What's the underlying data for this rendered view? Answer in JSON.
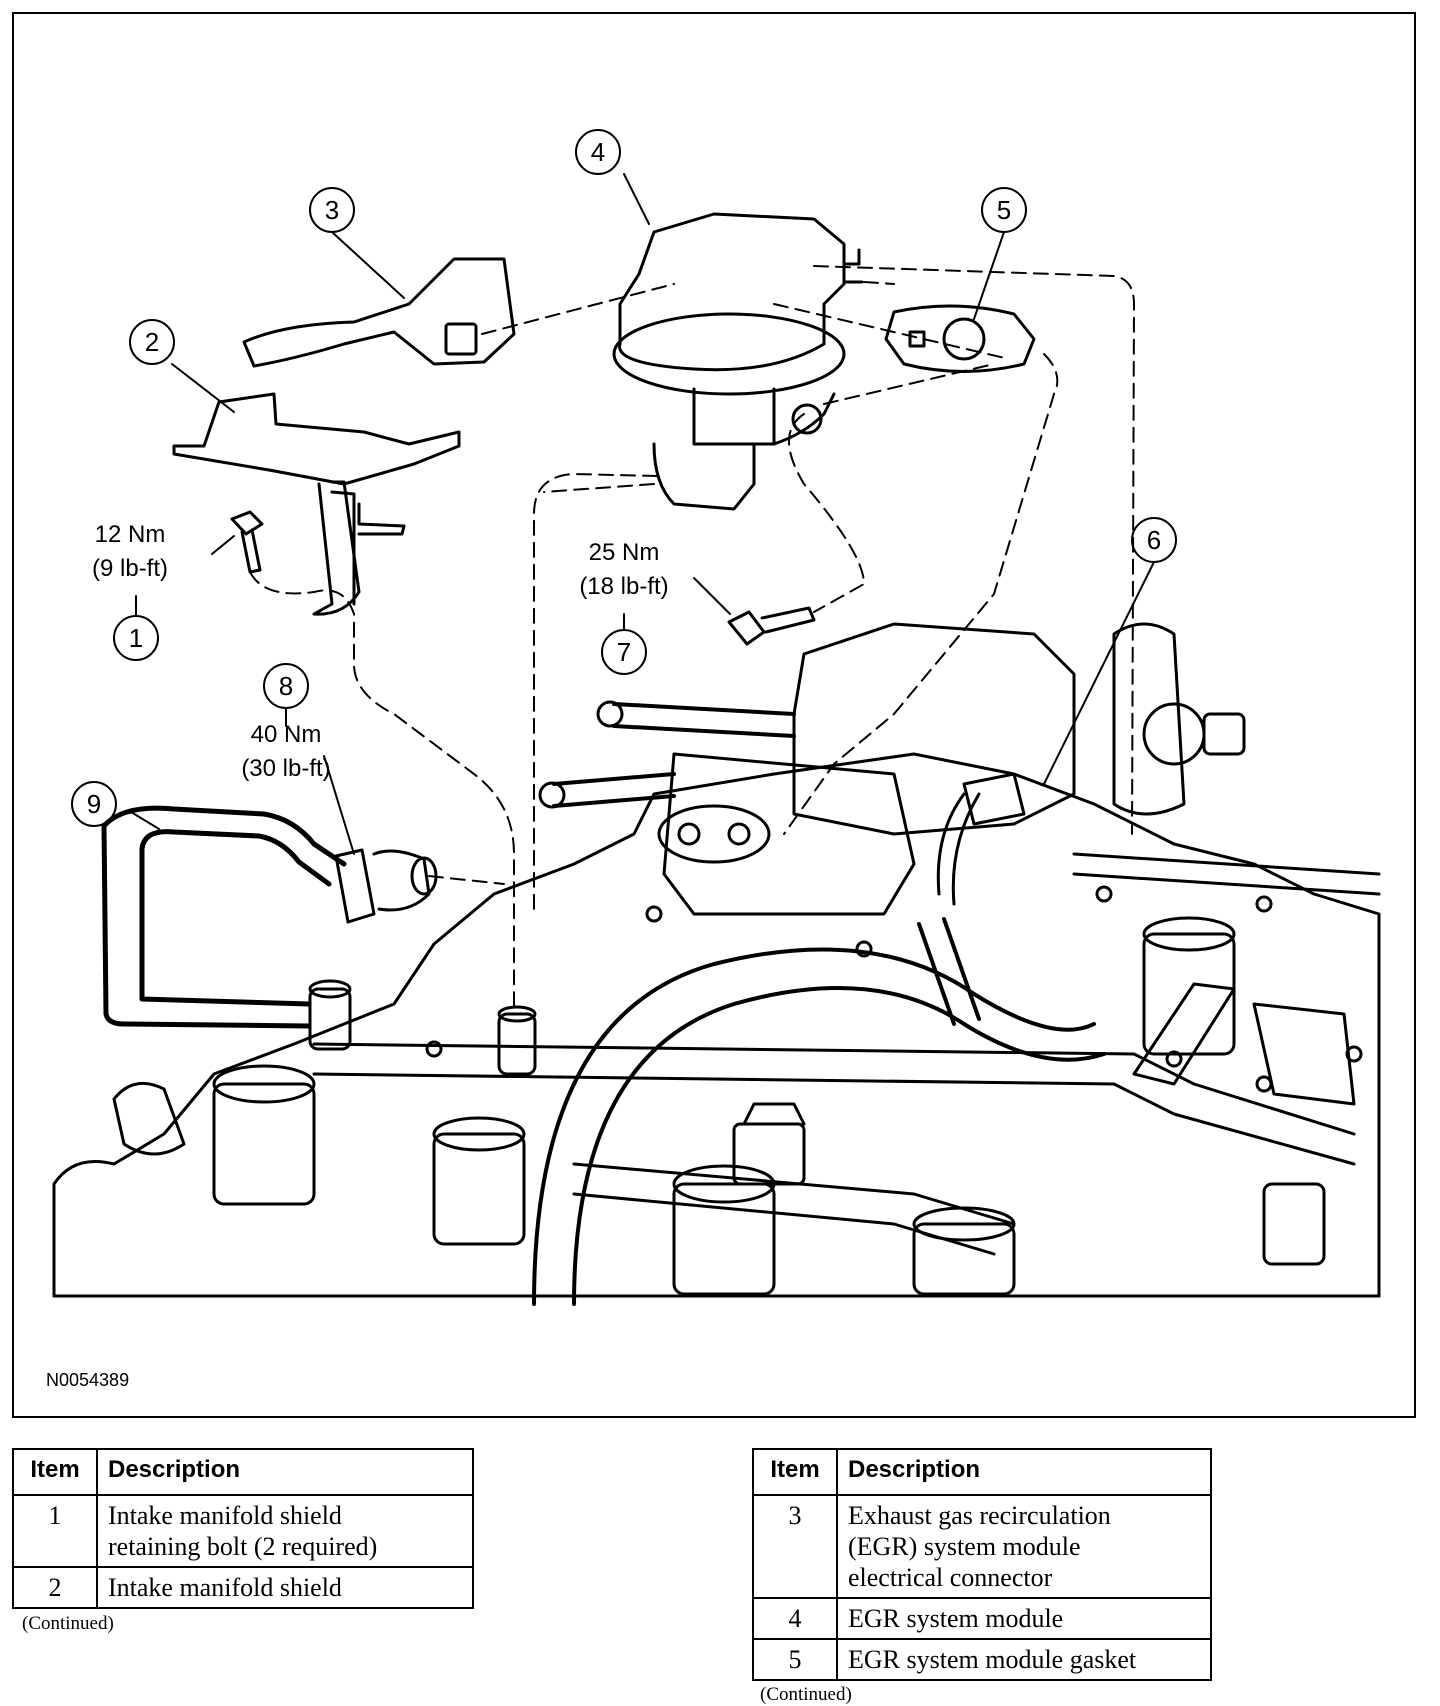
{
  "figure": {
    "id_label": "N0054389",
    "callouts": [
      "1",
      "2",
      "3",
      "4",
      "5",
      "6",
      "7",
      "8",
      "9"
    ],
    "torques": {
      "t1": {
        "nm": "12 Nm",
        "lbft": "(9 lb-ft)"
      },
      "t7": {
        "nm": "25 Nm",
        "lbft": "(18 lb-ft)"
      },
      "t8": {
        "nm": "40 Nm",
        "lbft": "(30 lb-ft)"
      }
    }
  },
  "legend_left": {
    "headers": {
      "item": "Item",
      "description": "Description"
    },
    "rows": [
      {
        "item": "1",
        "description_lines": [
          "Intake manifold shield",
          "retaining bolt (2 required)"
        ]
      },
      {
        "item": "2",
        "description_lines": [
          "Intake manifold shield"
        ]
      }
    ],
    "continued": "(Continued)"
  },
  "legend_right": {
    "headers": {
      "item": "Item",
      "description": "Description"
    },
    "rows": [
      {
        "item": "3",
        "description_lines": [
          "Exhaust gas recirculation",
          "(EGR) system module",
          "electrical connector"
        ]
      },
      {
        "item": "4",
        "description_lines": [
          "EGR system module"
        ]
      },
      {
        "item": "5",
        "description_lines": [
          "EGR system module gasket"
        ]
      }
    ],
    "continued": "(Continued)"
  }
}
